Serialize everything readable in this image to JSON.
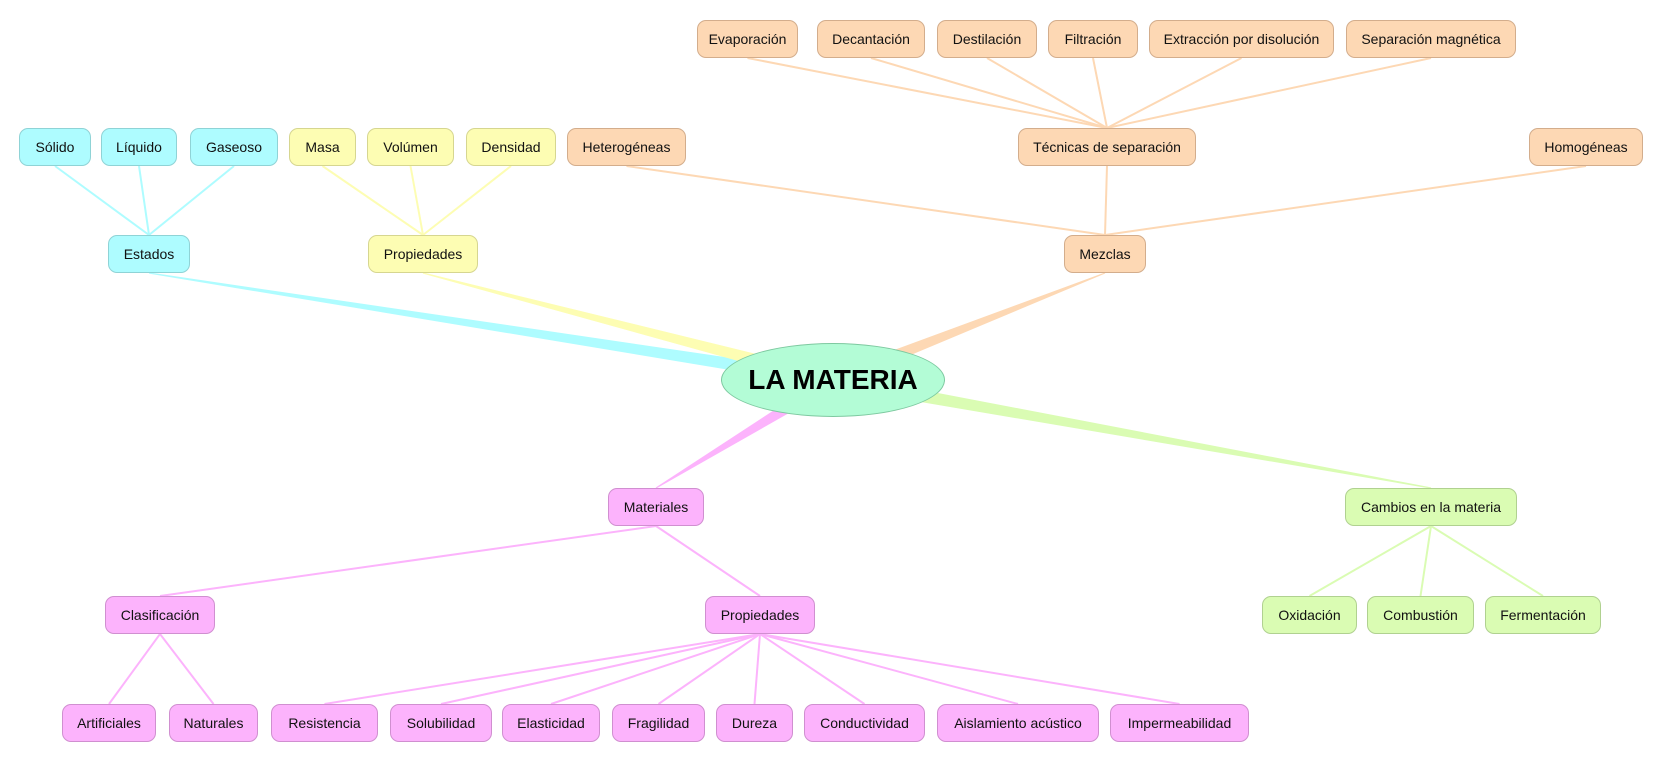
{
  "title": "LA MATERIA",
  "root": {
    "label": "LA MATERIA",
    "color": "#b3fcd6",
    "border": "#7ec9a0"
  },
  "branch_colors": {
    "estados": {
      "fill": "#aefcff",
      "border": "#8fd3d6",
      "line": "#aefcff"
    },
    "propiedades_top": {
      "fill": "#fdfdb3",
      "border": "#d6d690",
      "line": "#fdfdb3"
    },
    "mezclas": {
      "fill": "#fdd8b4",
      "border": "#d3ad8c",
      "line": "#fdd8b4"
    },
    "materiales": {
      "fill": "#fcb3fc",
      "border": "#d08fd0",
      "line": "#fcb3fc"
    },
    "cambios": {
      "fill": "#dafcb3",
      "border": "#b0d190",
      "line": "#dafcb3"
    }
  },
  "nodes": [
    {
      "id": "estados",
      "label": "Estados",
      "branch": "estados"
    },
    {
      "id": "solido",
      "label": "Sólido",
      "branch": "estados",
      "parent": "estados"
    },
    {
      "id": "liquido",
      "label": "Líquido",
      "branch": "estados",
      "parent": "estados"
    },
    {
      "id": "gaseoso",
      "label": "Gaseoso",
      "branch": "estados",
      "parent": "estados"
    },
    {
      "id": "propiedades",
      "label": "Propiedades",
      "branch": "propiedades_top"
    },
    {
      "id": "masa",
      "label": "Masa",
      "branch": "propiedades_top",
      "parent": "propiedades"
    },
    {
      "id": "volumen",
      "label": "Volúmen",
      "branch": "propiedades_top",
      "parent": "propiedades"
    },
    {
      "id": "densidad",
      "label": "Densidad",
      "branch": "propiedades_top",
      "parent": "propiedades"
    },
    {
      "id": "mezclas",
      "label": "Mezclas",
      "branch": "mezclas"
    },
    {
      "id": "heterogeneas",
      "label": "Heterogéneas",
      "branch": "mezclas",
      "parent": "mezclas"
    },
    {
      "id": "tecnicas",
      "label": "Técnicas de separación",
      "branch": "mezclas",
      "parent": "mezclas"
    },
    {
      "id": "homogeneas",
      "label": "Homogéneas",
      "branch": "mezclas",
      "parent": "mezclas"
    },
    {
      "id": "evaporacion",
      "label": "Evaporación",
      "branch": "mezclas",
      "parent": "tecnicas"
    },
    {
      "id": "decantacion",
      "label": "Decantación",
      "branch": "mezclas",
      "parent": "tecnicas"
    },
    {
      "id": "destilacion",
      "label": "Destilación",
      "branch": "mezclas",
      "parent": "tecnicas"
    },
    {
      "id": "filtracion",
      "label": "Filtración",
      "branch": "mezclas",
      "parent": "tecnicas"
    },
    {
      "id": "extraccion",
      "label": "Extracción por disolución",
      "branch": "mezclas",
      "parent": "tecnicas"
    },
    {
      "id": "magnetica",
      "label": "Separación magnética",
      "branch": "mezclas",
      "parent": "tecnicas"
    },
    {
      "id": "materiales",
      "label": "Materiales",
      "branch": "materiales"
    },
    {
      "id": "clasificacion",
      "label": "Clasificación",
      "branch": "materiales",
      "parent": "materiales"
    },
    {
      "id": "propiedades_mat",
      "label": "Propiedades",
      "branch": "materiales",
      "parent": "materiales"
    },
    {
      "id": "artificiales",
      "label": "Artificiales",
      "branch": "materiales",
      "parent": "clasificacion"
    },
    {
      "id": "naturales",
      "label": "Naturales",
      "branch": "materiales",
      "parent": "clasificacion"
    },
    {
      "id": "resistencia",
      "label": "Resistencia",
      "branch": "materiales",
      "parent": "propiedades_mat"
    },
    {
      "id": "solubilidad",
      "label": "Solubilidad",
      "branch": "materiales",
      "parent": "propiedades_mat"
    },
    {
      "id": "elasticidad",
      "label": "Elasticidad",
      "branch": "materiales",
      "parent": "propiedades_mat"
    },
    {
      "id": "fragilidad",
      "label": "Fragilidad",
      "branch": "materiales",
      "parent": "propiedades_mat"
    },
    {
      "id": "dureza",
      "label": "Dureza",
      "branch": "materiales",
      "parent": "propiedades_mat"
    },
    {
      "id": "conductividad",
      "label": "Conductividad",
      "branch": "materiales",
      "parent": "propiedades_mat"
    },
    {
      "id": "aislamiento",
      "label": "Aislamiento acústico",
      "branch": "materiales",
      "parent": "propiedades_mat"
    },
    {
      "id": "impermeabilidad",
      "label": "Impermeabilidad",
      "branch": "materiales",
      "parent": "propiedades_mat"
    },
    {
      "id": "cambios",
      "label": "Cambios en la materia",
      "branch": "cambios"
    },
    {
      "id": "oxidacion",
      "label": "Oxidación",
      "branch": "cambios",
      "parent": "cambios"
    },
    {
      "id": "combustion",
      "label": "Combustión",
      "branch": "cambios",
      "parent": "cambios"
    },
    {
      "id": "fermentacion",
      "label": "Fermentación",
      "branch": "cambios",
      "parent": "cambios"
    }
  ]
}
